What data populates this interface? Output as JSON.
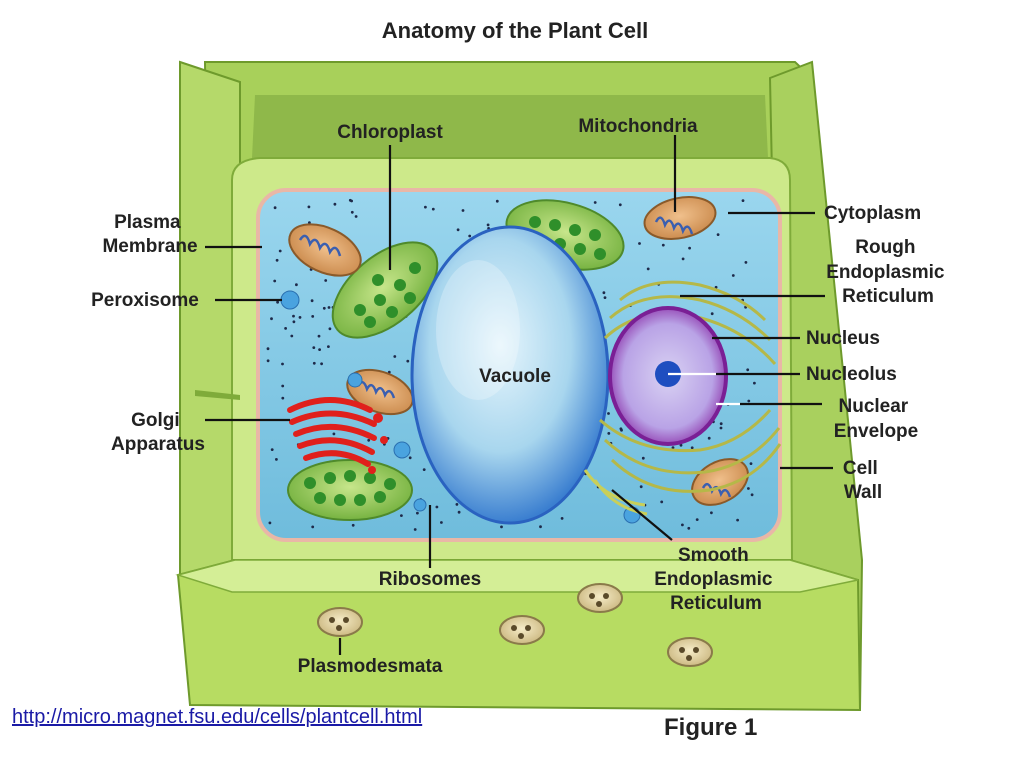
{
  "title": "Anatomy of the Plant Cell",
  "labels": {
    "chloroplast": "Chloroplast",
    "mitochondria": "Mitochondria",
    "plasma_membrane": [
      "Plasma",
      "Membrane"
    ],
    "peroxisome": "Peroxisome",
    "cytoplasm": "Cytoplasm",
    "rough_er": [
      "Rough",
      "Endoplasmic",
      "Reticulum"
    ],
    "nucleus": "Nucleus",
    "nucleolus": "Nucleolus",
    "nuclear_envelope": [
      "Nuclear",
      "Envelope"
    ],
    "vacuole": "Vacuole",
    "golgi": [
      "Golgi",
      "Apparatus"
    ],
    "cell_wall": [
      "Cell",
      "Wall"
    ],
    "ribosomes": "Ribosomes",
    "smooth_er": [
      "Smooth",
      "Endoplasmic",
      "Reticulum"
    ],
    "plasmodesmata": "Plasmodesmata"
  },
  "source_link": "http://micro.magnet.fsu.edu/cells/plantcell.html",
  "caption": "Figure 1",
  "colors": {
    "wall": "#b7dc62",
    "wall_dark": "#8fbf3c",
    "cytoplasm": "#7ec8e3",
    "vacuole": "#b5dcf0",
    "nucleus": "#9b3fb5",
    "golgi": "#e0201c",
    "chloroplast": "#8cc84b"
  }
}
